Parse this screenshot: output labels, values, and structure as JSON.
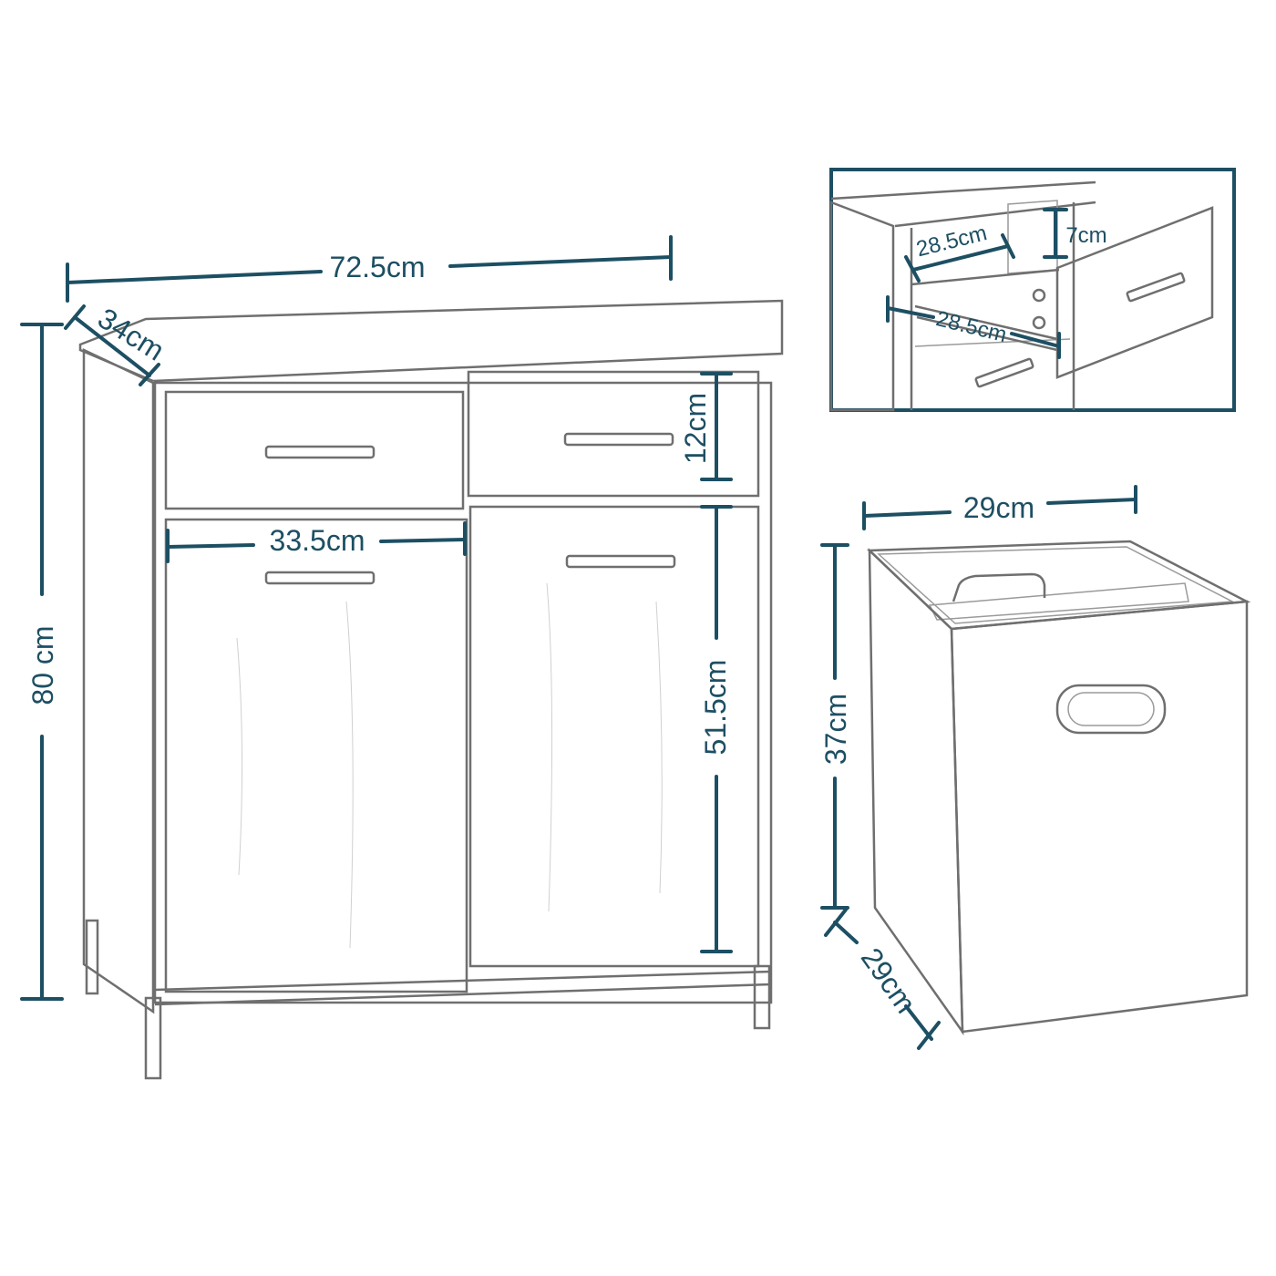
{
  "colors": {
    "dimension": "#1d4f63",
    "sketch": "#6f6f6f",
    "background": "#ffffff"
  },
  "cabinet": {
    "width": "72.5cm",
    "depth": "34cm",
    "height": "80 cm",
    "drawer_height": "12cm",
    "door_width": "33.5cm",
    "door_height": "51.5cm"
  },
  "drawer_detail": {
    "inner_width": "28.5cm",
    "inner_depth": "28.5cm",
    "inner_height": "7cm"
  },
  "basket": {
    "width": "29cm",
    "height": "37cm",
    "depth": "29cm"
  }
}
